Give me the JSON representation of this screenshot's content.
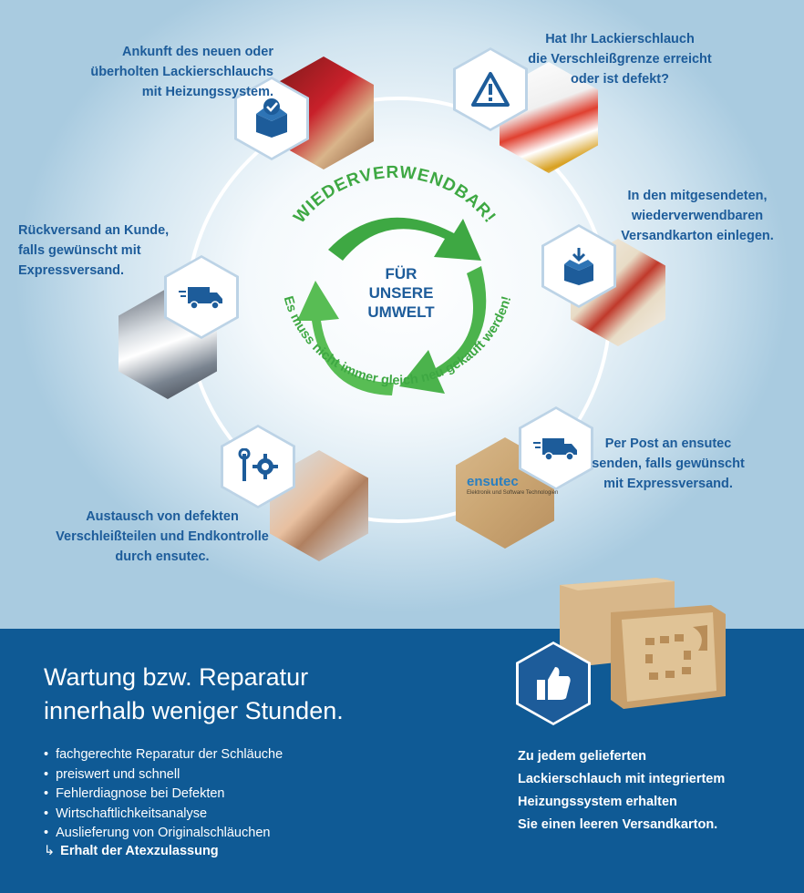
{
  "steps": [
    {
      "id": "arrival",
      "text": [
        "Ankunft des neuen oder",
        "überholten Lackierschlauchs",
        "mit Heizungssystem."
      ],
      "icon": "box-check-icon"
    },
    {
      "id": "wear",
      "text": [
        "Hat Ihr Lackierschlauch",
        "die Verschleißgrenze erreicht",
        "oder ist defekt?"
      ],
      "icon": "warning-icon"
    },
    {
      "id": "pack",
      "text": [
        "In den mitgesendeten,",
        "wiederverwendbaren",
        "Versandkarton einlegen."
      ],
      "icon": "box-in-icon"
    },
    {
      "id": "send",
      "text": [
        "Per Post an ensutec",
        "senden, falls gewünscht",
        "mit Expressversand."
      ],
      "icon": "truck-icon"
    },
    {
      "id": "repair",
      "text": [
        "Austausch von defekten",
        "Verschleißteilen und Endkontrolle",
        "durch ensutec."
      ],
      "icon": "tools-icon"
    },
    {
      "id": "return",
      "text": [
        "Rückversand an Kunde,",
        "falls gewünscht mit",
        "Expressversand."
      ],
      "icon": "truck-icon"
    }
  ],
  "center": {
    "arc_top": "WIEDERVERWENDBAR!",
    "arc_bottom": "Es muss nicht immer gleich neu gekauft werden!",
    "lines": [
      "FÜR",
      "UNSERE",
      "UMWELT"
    ]
  },
  "box_label": "ensutec",
  "box_sublabel": "Elektronik und Software Technologien",
  "colors": {
    "brand_blue": "#1d5c9a",
    "panel_blue": "#0f5a95",
    "green": "#3ea843"
  },
  "bottom": {
    "headline": [
      "Wartung bzw. Reparatur",
      "innerhalb weniger Stunden."
    ],
    "bullets": [
      "fachgerechte Reparatur der Schläuche",
      "preiswert und schnell",
      "Fehlerdiagnose bei Defekten",
      "Wirtschaftlichkeitsanalyse",
      "Auslieferung von Originalschläuchen"
    ],
    "arrow_item": "Erhalt der Atexzulassung",
    "right_text": [
      "Zu jedem gelieferten",
      "Lackierschlauch mit integriertem",
      "Heizungssystem erhalten",
      "Sie einen leeren Versandkarton."
    ],
    "thumb_icon": "thumbs-up-icon"
  }
}
